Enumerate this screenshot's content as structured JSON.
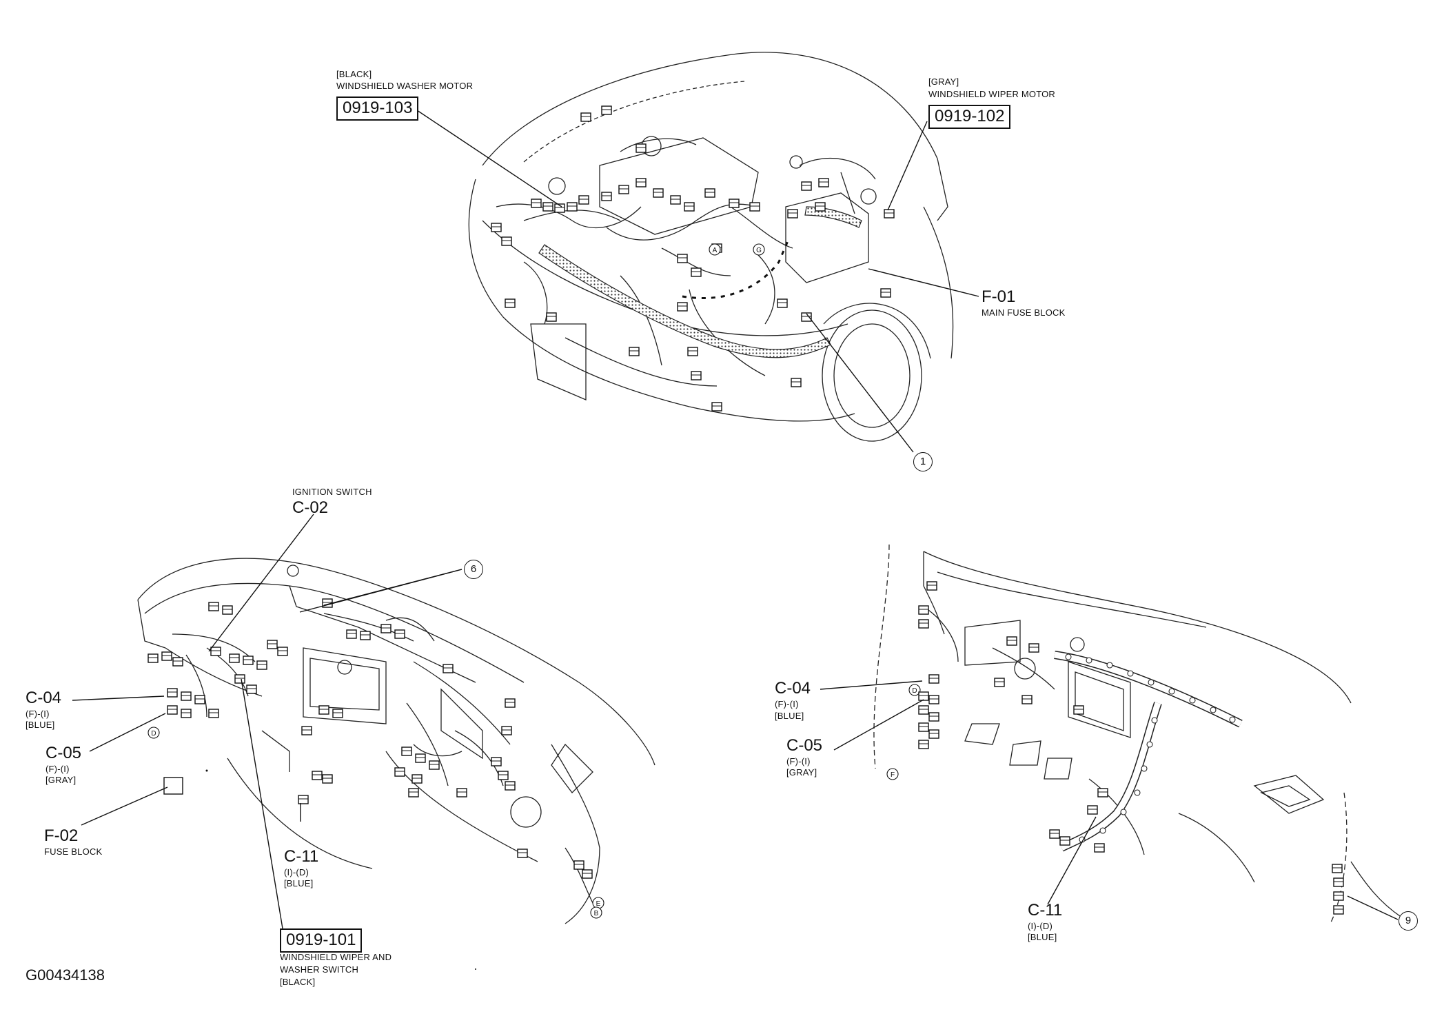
{
  "figure_code": "G00434138",
  "engine_view": {
    "washer_motor": {
      "color": "[BLACK]",
      "name": "WINDSHIELD WASHER MOTOR",
      "part": "0919-103"
    },
    "wiper_motor": {
      "color": "[GRAY]",
      "name": "WINDSHIELD WIPER MOTOR",
      "part": "0919-102"
    },
    "main_fuse": {
      "id": "F-01",
      "name": "MAIN FUSE BLOCK"
    },
    "callout_1": "1"
  },
  "dash_left": {
    "ignition": {
      "name": "IGNITION SWITCH",
      "id": "C-02"
    },
    "callout_6": "6",
    "c04": {
      "id": "C-04",
      "route": "(F)-(I)",
      "color": "[BLUE]"
    },
    "c05": {
      "id": "C-05",
      "route": "(F)-(I)",
      "color": "[GRAY]"
    },
    "f02": {
      "id": "F-02",
      "name": "FUSE BLOCK"
    },
    "c11": {
      "id": "C-11",
      "route": "(I)-(D)",
      "color": "[BLUE]"
    },
    "wiper_switch": {
      "part": "0919-101",
      "name_line1": "WINDSHIELD WIPER AND",
      "name_line2": "WASHER SWITCH",
      "color": "[BLACK]"
    }
  },
  "dash_right": {
    "c04": {
      "id": "C-04",
      "route": "(F)-(I)",
      "color": "[BLUE]"
    },
    "c05": {
      "id": "C-05",
      "route": "(F)-(I)",
      "color": "[GRAY]"
    },
    "c11": {
      "id": "C-11",
      "route": "(I)-(D)",
      "color": "[BLUE]"
    },
    "callout_9": "9"
  },
  "letter_codes": {
    "A": "A",
    "G": "G",
    "D": "D",
    "E": "E",
    "B": "B",
    "F": "F"
  }
}
